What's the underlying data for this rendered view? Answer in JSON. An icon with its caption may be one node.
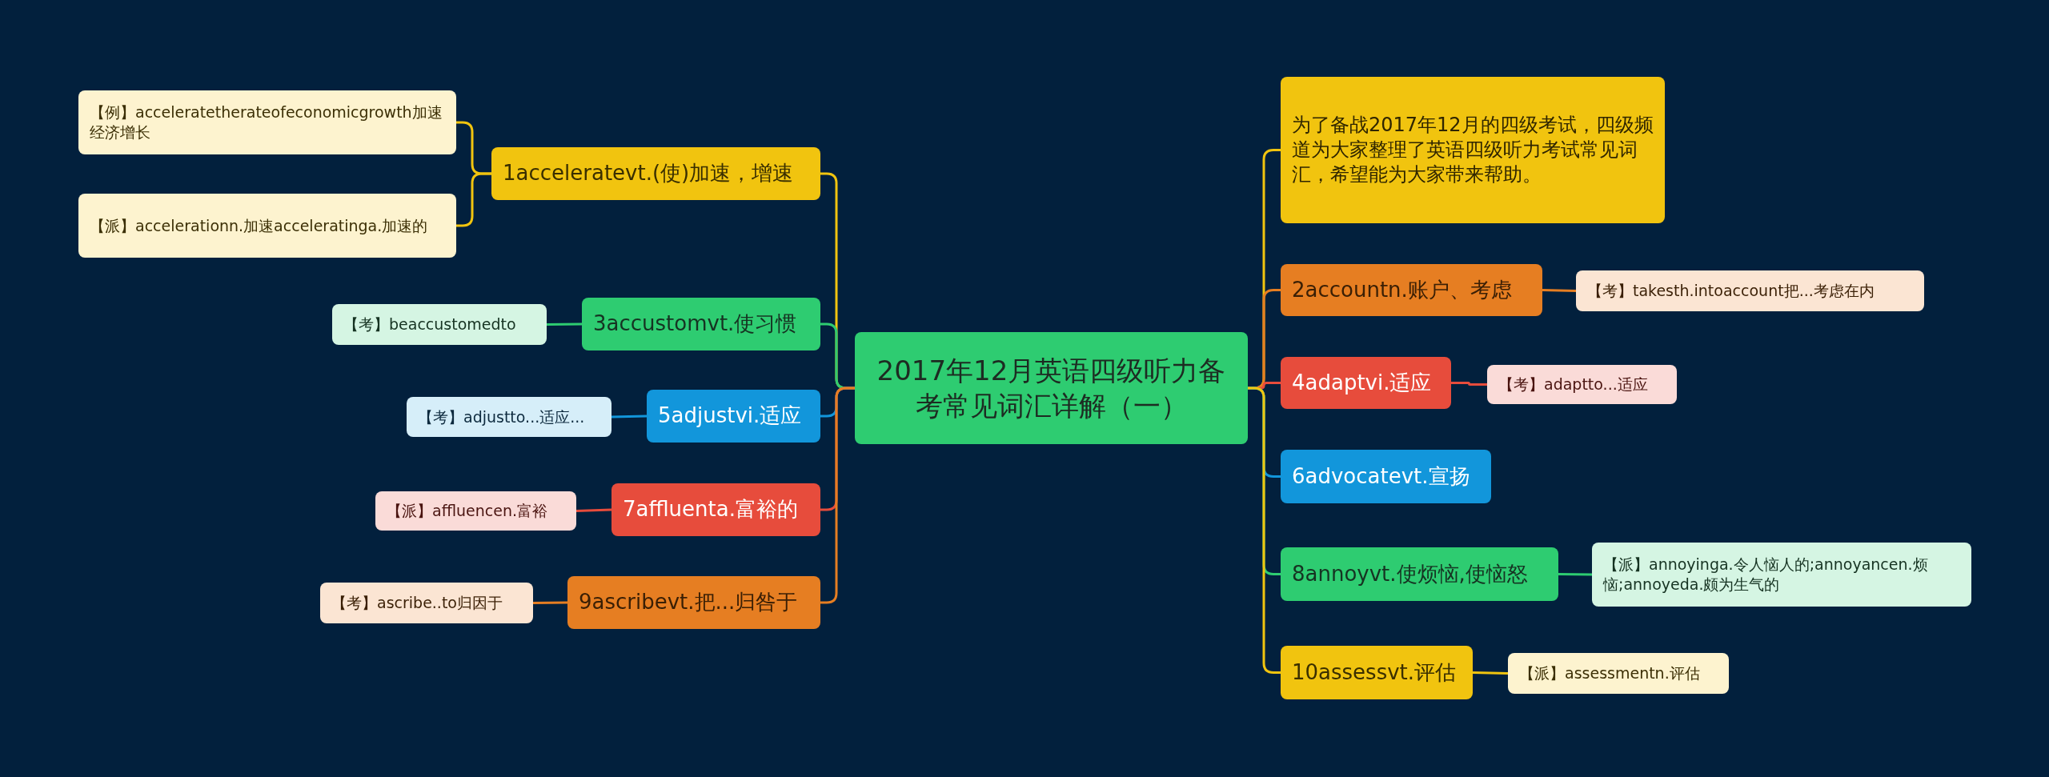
{
  "diagram": {
    "nodes": [
      {
        "text": [
          "2017年12月英语四级听力备考常见词汇详解（一）"
        ]
      },
      {
        "text": [
          "1acceleratevt.(使)加速，增速"
        ]
      },
      {
        "text": [
          "【例】acceleratetherateofeconomicgrowth加速经济增长"
        ]
      },
      {
        "text": [
          "【派】accelerationn.加速acceleratinga.加速的"
        ]
      },
      {
        "text": [
          "3accustomvt.使习惯"
        ]
      },
      {
        "text": [
          "【考】beaccustomedto"
        ]
      },
      {
        "text": [
          "5adjustvi.适应"
        ]
      },
      {
        "text": [
          "【考】adjustto...适应..."
        ]
      },
      {
        "text": [
          "7affluenta.富裕的"
        ]
      },
      {
        "text": [
          "【派】affluencen.富裕"
        ]
      },
      {
        "text": [
          "9ascribevt.把...归咎于"
        ]
      },
      {
        "text": [
          "【考】ascribe..to归因于"
        ]
      },
      {
        "text": [
          "为了备战2017年12月的四级考试，四级频道为大家整理了英语四级听力考试常见词汇，希望能为大家带来帮助。"
        ]
      },
      {
        "text": [
          "2accountn.账户、考虑"
        ]
      },
      {
        "text": [
          "【考】takesth.intoaccount把...考虑在内"
        ]
      },
      {
        "text": [
          "4adaptvi.适应"
        ]
      },
      {
        "text": [
          "【考】adaptto...适应"
        ]
      },
      {
        "text": [
          "6advocatevt.宣扬"
        ]
      },
      {
        "text": [
          "8annoyvt.使烦恼,使恼怒"
        ]
      },
      {
        "text": [
          "【派】annoyinga.令人恼人的;annoyancen.烦恼;annoyeda.颇为生气的"
        ]
      },
      {
        "text": [
          "10assessvt.评估"
        ]
      },
      {
        "text": [
          "【派】assessmentn.评估"
        ]
      }
    ],
    "edges": [
      {
        "from": 0,
        "to": 1,
        "arrow": "none",
        "color": "#f1c40f"
      },
      {
        "from": 1,
        "to": 2,
        "arrow": "none",
        "color": "#f1c40f"
      },
      {
        "from": 1,
        "to": 3,
        "arrow": "none",
        "color": "#f1c40f"
      },
      {
        "from": 0,
        "to": 4,
        "arrow": "none",
        "color": "#2ecc71"
      },
      {
        "from": 4,
        "to": 5,
        "arrow": "none",
        "color": "#2ecc71"
      },
      {
        "from": 0,
        "to": 6,
        "arrow": "none",
        "color": "#1296db"
      },
      {
        "from": 6,
        "to": 7,
        "arrow": "none",
        "color": "#1296db"
      },
      {
        "from": 0,
        "to": 8,
        "arrow": "none",
        "color": "#e74c3c"
      },
      {
        "from": 8,
        "to": 9,
        "arrow": "none",
        "color": "#e74c3c"
      },
      {
        "from": 0,
        "to": 10,
        "arrow": "none",
        "color": "#e67e22"
      },
      {
        "from": 10,
        "to": 11,
        "arrow": "none",
        "color": "#e67e22"
      },
      {
        "from": 0,
        "to": 12,
        "arrow": "none",
        "color": "#f1c40f"
      },
      {
        "from": 0,
        "to": 13,
        "arrow": "none",
        "color": "#e67e22"
      },
      {
        "from": 13,
        "to": 14,
        "arrow": "none",
        "color": "#e67e22"
      },
      {
        "from": 0,
        "to": 15,
        "arrow": "none",
        "color": "#e74c3c"
      },
      {
        "from": 15,
        "to": 16,
        "arrow": "none",
        "color": "#e74c3c"
      },
      {
        "from": 0,
        "to": 17,
        "arrow": "none",
        "color": "#1296db"
      },
      {
        "from": 0,
        "to": 18,
        "arrow": "none",
        "color": "#2ecc71"
      },
      {
        "from": 18,
        "to": 19,
        "arrow": "none",
        "color": "#2ecc71"
      },
      {
        "from": 0,
        "to": 20,
        "arrow": "none",
        "color": "#f1c40f"
      },
      {
        "from": 20,
        "to": 21,
        "arrow": "none",
        "color": "#f1c40f"
      }
    ]
  }
}
